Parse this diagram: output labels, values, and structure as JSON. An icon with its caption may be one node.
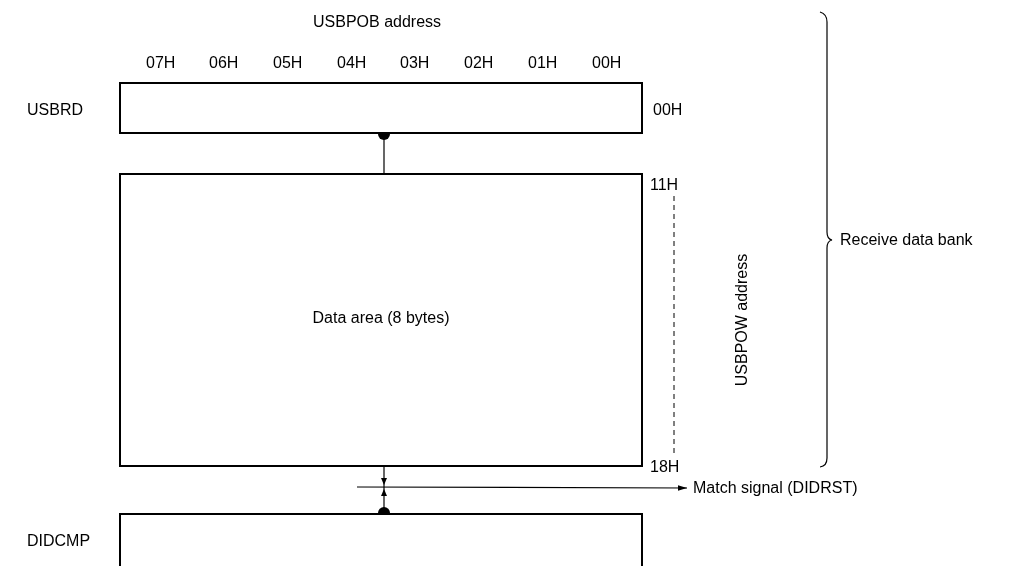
{
  "diagram": {
    "nodes": [
      {
        "text": [
          "USBRD"
        ],
        "beside": [
          "00H"
        ]
      },
      {
        "text": [
          "Data area (8 bytes)"
        ],
        "beside": [
          "11H",
          "18H"
        ]
      },
      {
        "text": [
          "DIDCMP"
        ]
      },
      {
        "text": [
          "Match signal (DIDRST)"
        ]
      }
    ],
    "edges": [
      {
        "from": 1,
        "to": 0,
        "arrow": "other"
      },
      {
        "from": 1,
        "to": 2,
        "arrow": "other"
      },
      {
        "from": null,
        "to": 3,
        "arrow": "to"
      }
    ],
    "labels": [
      "USBPOB address",
      "07H",
      "06H",
      "05H",
      "04H",
      "03H",
      "02H",
      "01H",
      "00H",
      "USBPOW address",
      "Receive data bank"
    ]
  }
}
